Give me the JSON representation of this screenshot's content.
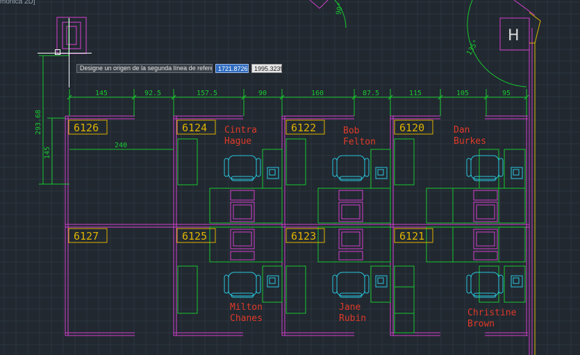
{
  "window": {
    "title": "mónica 2D]"
  },
  "prompt": {
    "text": "Designe un origen de la segunda línea de referencia o",
    "icon": "dynamic-input-icon",
    "x_value": "1721.8726",
    "y_value": "1995.3239"
  },
  "dimensions": {
    "top": [
      "145",
      "92.5",
      "157.5",
      "90",
      "160",
      "87.5",
      "115",
      "105",
      "95"
    ],
    "overall_height": "293.68",
    "partial_height": "145",
    "interior_width": "240",
    "angle_top": "90°",
    "angle_door": "135°"
  },
  "offices": [
    {
      "number": "6126",
      "occupant": []
    },
    {
      "number": "6124",
      "occupant": [
        "Cintra",
        "Hague"
      ]
    },
    {
      "number": "6122",
      "occupant": [
        "Bob",
        "Felton"
      ]
    },
    {
      "number": "6120",
      "occupant": [
        "Dan",
        "Burkes"
      ]
    },
    {
      "number": "6127",
      "occupant": []
    },
    {
      "number": "6125",
      "occupant": [
        "Milton",
        "Chanes"
      ]
    },
    {
      "number": "6123",
      "occupant": [
        "Jane",
        "Rubin"
      ]
    },
    {
      "number": "6121",
      "occupant": [
        "Christine",
        "Brown"
      ]
    }
  ],
  "colors": {
    "background": "#212830",
    "walls": "#d63fd0",
    "furniture": "#19c92f",
    "dimensions": "#19c92f",
    "labels": "#e0b400",
    "names": "#e03a28",
    "chairs": "#29c8e0"
  }
}
